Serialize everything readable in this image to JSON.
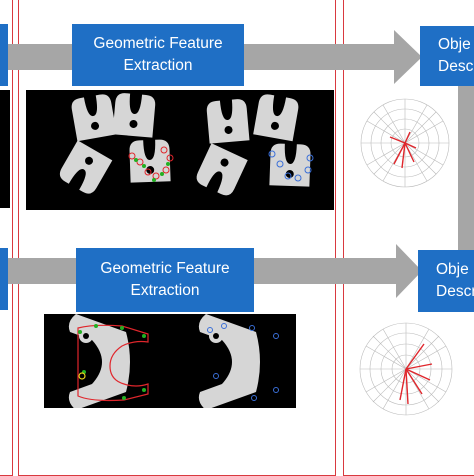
{
  "top_row": {
    "step_label_line1": "Geometric Feature",
    "step_label_line2": "Extraction",
    "next_label_line1": "Obje",
    "next_label_line2": "Descri"
  },
  "bottom_row": {
    "step_label_line1": "Geometric Feature",
    "step_label_line2": "Extraction",
    "next_label_line1": "Obje",
    "next_label_line2": "Descri"
  },
  "colors": {
    "frame": "#d9393f",
    "arrow": "#a6a6a6",
    "box": "#1f6fc5",
    "part": "#d6d6d6",
    "feature_red": "#e0262c",
    "feature_green": "#22b022",
    "feature_blue": "#3a6fd8"
  }
}
